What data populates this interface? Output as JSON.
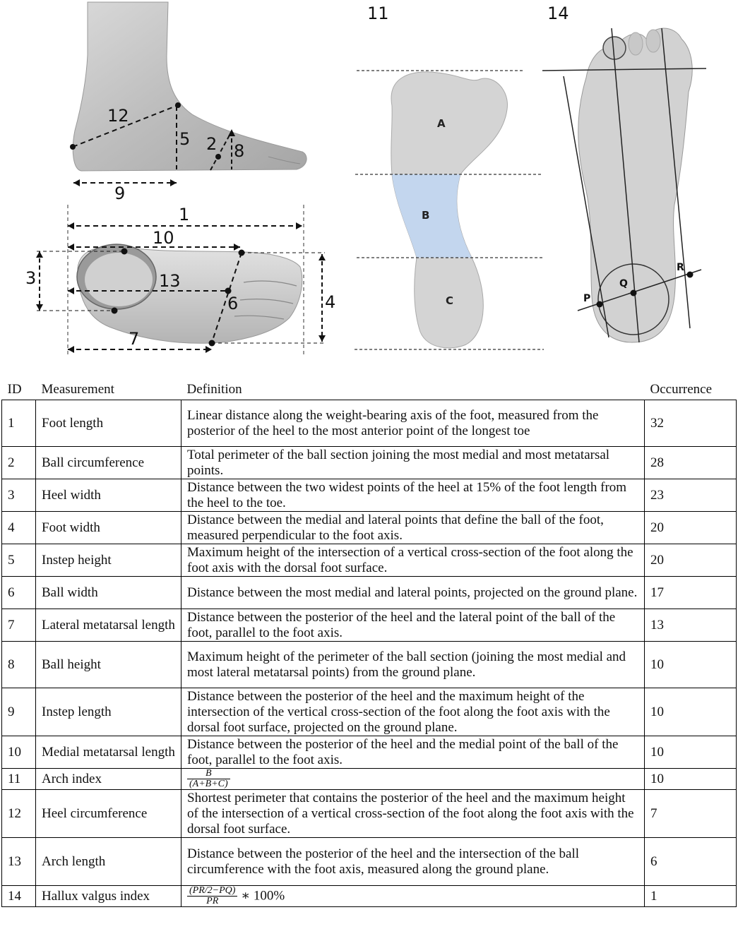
{
  "figure": {
    "side_view_labels": [
      "12",
      "5",
      "2",
      "8",
      "9"
    ],
    "top_view_labels": [
      "1",
      "10",
      "3",
      "13",
      "6",
      "4",
      "7"
    ],
    "arch_panel": {
      "number": "11",
      "segments": [
        "A",
        "B",
        "C"
      ]
    },
    "hallux_panel": {
      "number": "14",
      "points": [
        "P",
        "Q",
        "R"
      ]
    }
  },
  "table": {
    "headers": [
      "ID",
      "Measurement",
      "Definition",
      "Occurrence"
    ],
    "rows": [
      {
        "id": "1",
        "measurement": "Foot length",
        "definition": "Linear distance along the weight-bearing axis of the foot, measured from the posterior of the heel to the most anterior point of the longest toe",
        "occurrence": "32"
      },
      {
        "id": "2",
        "measurement": "Ball circumference",
        "definition": "Total perimeter of the ball section joining the most medial and most metatarsal points.",
        "occurrence": "28"
      },
      {
        "id": "3",
        "measurement": "Heel width",
        "definition": "Distance between the two widest points of the heel at 15% of the foot length from the heel to the toe.",
        "occurrence": "23"
      },
      {
        "id": "4",
        "measurement": "Foot width",
        "definition": "Distance between the medial and lateral points that define the ball of the foot, measured perpendicular to the foot axis.",
        "occurrence": "20"
      },
      {
        "id": "5",
        "measurement": "Instep height",
        "definition": "Maximum height of the intersection of a vertical cross-section of the foot along the foot axis with the dorsal foot surface.",
        "occurrence": "20"
      },
      {
        "id": "6",
        "measurement": "Ball width",
        "definition": "Distance between the most medial and lateral points, projected on the ground plane.",
        "occurrence": "17"
      },
      {
        "id": "7",
        "measurement": "Lateral metatarsal length",
        "definition": "Distance between the posterior of the heel and the lateral point of the ball of the foot, parallel to the foot axis.",
        "occurrence": "13"
      },
      {
        "id": "8",
        "measurement": "Ball height",
        "definition": "Maximum height of the perimeter of the ball section (joining the most medial and most lateral metatarsal points) from the ground plane.",
        "occurrence": "10"
      },
      {
        "id": "9",
        "measurement": "Instep length",
        "definition": "Distance between the posterior of the heel and the maximum height of the intersection of the vertical cross-section of the foot along the foot axis with the dorsal foot surface, projected on the ground plane.",
        "occurrence": "10"
      },
      {
        "id": "10",
        "measurement": "Medial metatarsal length",
        "definition": "Distance between the posterior of the heel and the medial point of the ball of the foot, parallel to the foot axis.",
        "occurrence": "10"
      },
      {
        "id": "11",
        "measurement": "Arch index",
        "formula": {
          "num": "B",
          "den": "(A+B+C)"
        },
        "occurrence": "10"
      },
      {
        "id": "12",
        "measurement": "Heel circumference",
        "definition": "Shortest perimeter that contains the posterior of the heel and the maximum height of the intersection of a vertical cross-section of the foot along the foot axis with the dorsal foot surface.",
        "occurrence": "7"
      },
      {
        "id": "13",
        "measurement": "Arch length",
        "definition": "Distance between the posterior of the heel and the intersection of the ball circumference with the foot axis, measured along the ground plane.",
        "occurrence": "6"
      },
      {
        "id": "14",
        "measurement": "Hallux valgus index",
        "formula": {
          "num": "(PR/2−PQ)",
          "den": "PR",
          "tail": "∗ 100%"
        },
        "occurrence": "1"
      }
    ]
  }
}
